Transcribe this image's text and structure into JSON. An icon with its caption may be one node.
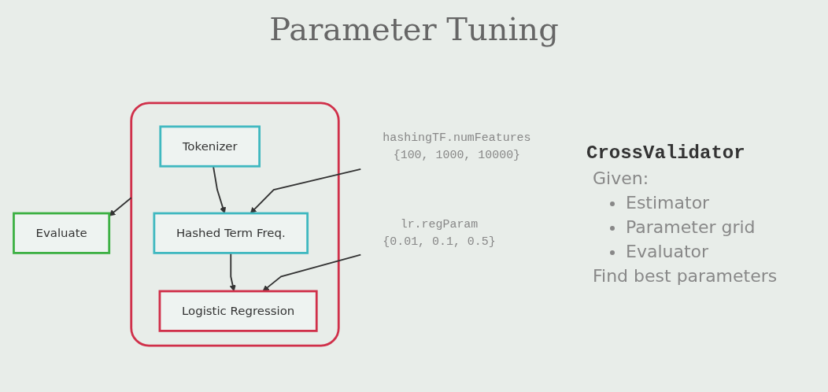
{
  "diagram": {
    "title": "Parameter Tuning",
    "nodes": [
      {
        "text": [],
        "shape": "box"
      },
      {
        "text": [
          "Tokenizer"
        ],
        "in": 0
      },
      {
        "text": [
          "Hashed Term Freq."
        ],
        "in": 0
      },
      {
        "text": [
          "Logistic Regression"
        ],
        "in": 0
      },
      {
        "text": [
          "Evaluate"
        ]
      },
      {
        "text": [
          "hashingTF.numFeatures",
          "{100, 1000, 10000}"
        ]
      },
      {
        "text": [
          "lr.regParam",
          "{0.01, 0.1, 0.5}"
        ]
      }
    ],
    "edges": [
      {
        "from": 1,
        "to": 2,
        "arrow": "to"
      },
      {
        "from": 2,
        "to": 3,
        "arrow": "to"
      },
      {
        "from": 0,
        "to": 4,
        "arrow": "to"
      },
      {
        "from": 5,
        "to": 2,
        "arrow": "to"
      },
      {
        "from": 6,
        "to": 3,
        "arrow": "to"
      }
    ],
    "labels": [
      "CrossValidator",
      "Given:",
      "Estimator",
      "Parameter grid",
      "Evaluator",
      "Find best parameters"
    ]
  }
}
